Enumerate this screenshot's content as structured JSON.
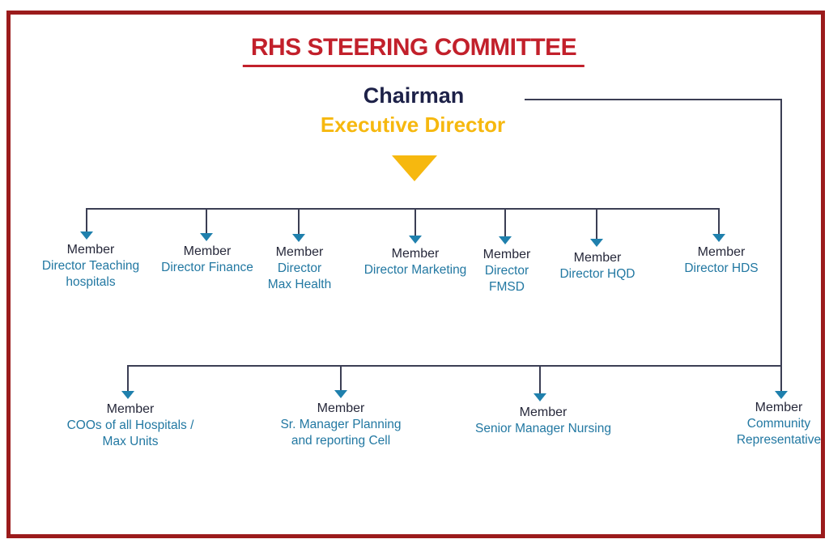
{
  "title": "RHS STEERING COMMITTEE",
  "chairman": {
    "label": "Chairman",
    "subtitle": "Executive Director"
  },
  "row1": [
    {
      "label": "Member",
      "role_lines": [
        "Director Teaching",
        "hospitals"
      ]
    },
    {
      "label": "Member",
      "role_lines": [
        "Director Finance"
      ]
    },
    {
      "label": "Member",
      "role_lines": [
        "Director",
        "Max Health"
      ]
    },
    {
      "label": "Member",
      "role_lines": [
        "Director Marketing"
      ]
    },
    {
      "label": "Member",
      "role_lines": [
        "Director",
        "FMSD"
      ]
    },
    {
      "label": "Member",
      "role_lines": [
        "Director HQD"
      ]
    },
    {
      "label": "Member",
      "role_lines": [
        "Director HDS"
      ]
    }
  ],
  "row2": [
    {
      "label": "Member",
      "role_lines": [
        "COOs of all Hospitals /",
        "Max Units"
      ]
    },
    {
      "label": "Member",
      "role_lines": [
        "Sr. Manager Planning",
        "and reporting Cell"
      ]
    },
    {
      "label": "Member",
      "role_lines": [
        "Senior Manager Nursing"
      ]
    },
    {
      "label": "Member",
      "role_lines": [
        "Community",
        "Representative"
      ]
    }
  ],
  "colors": {
    "frame_border": "#9B1B1C",
    "title_red": "#C2202B",
    "chairman_navy": "#1D2148",
    "executive_gold": "#F6B80F",
    "member_text": "#26283A",
    "role_text": "#2278A2",
    "connector": "#3B3E54",
    "arrowhead": "#1F80AD"
  }
}
